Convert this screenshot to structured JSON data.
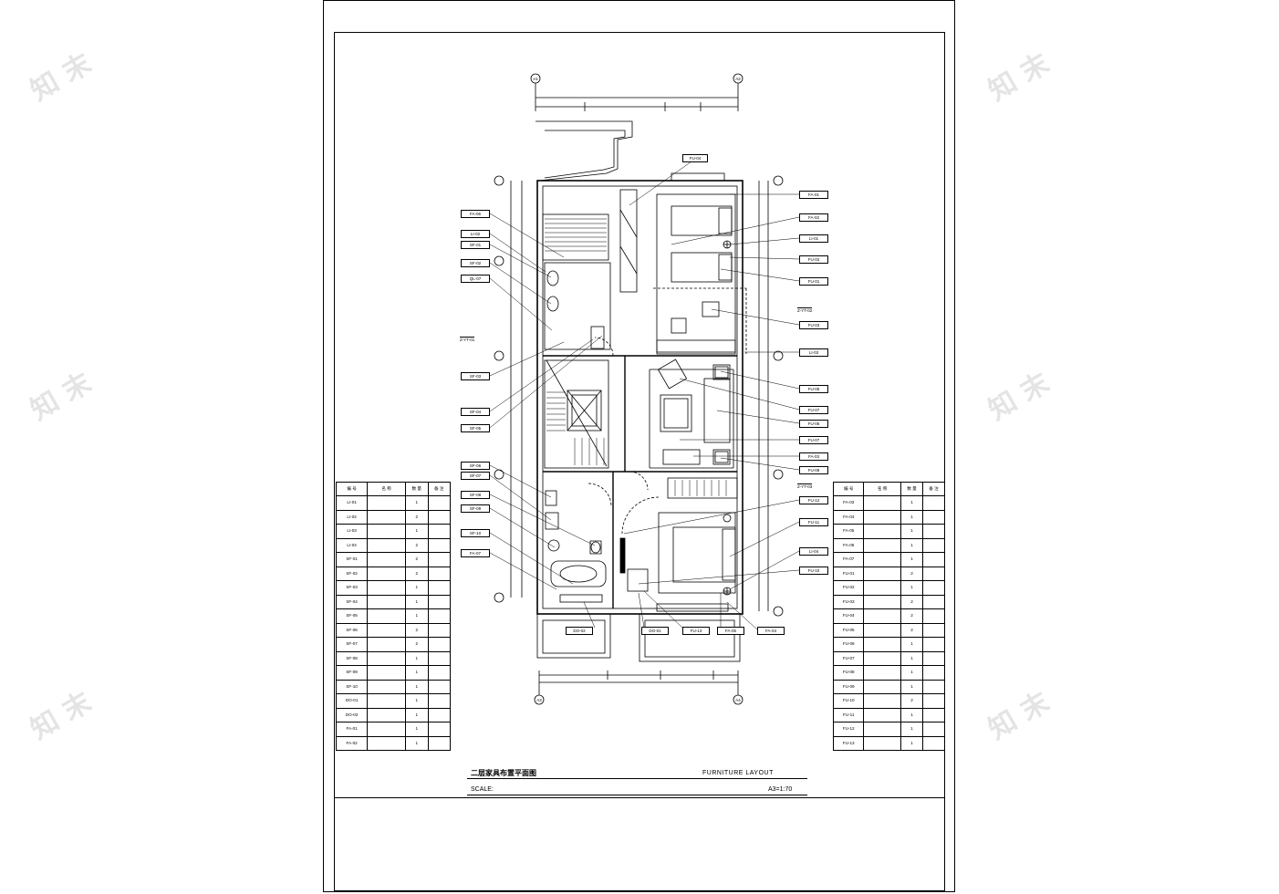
{
  "drawing": {
    "title_zh": "二层家具布置平面图",
    "title_en": "FURNITURE LAYOUT",
    "scale_label": "SCALE:",
    "scale_value": "A3=1:70"
  },
  "table_headers": [
    "编 号",
    "名 称",
    "数 量",
    "备 注"
  ],
  "left_table": [
    [
      "LI-01",
      "",
      "1",
      ""
    ],
    [
      "LI-02",
      "",
      "2",
      ""
    ],
    [
      "LI-03",
      "",
      "1",
      ""
    ],
    [
      "LI-04",
      "",
      "2",
      ""
    ],
    [
      "SF-01",
      "",
      "2",
      ""
    ],
    [
      "SF-02",
      "",
      "2",
      ""
    ],
    [
      "SF-03",
      "",
      "1",
      ""
    ],
    [
      "SF-04",
      "",
      "1",
      ""
    ],
    [
      "SF-05",
      "",
      "1",
      ""
    ],
    [
      "SF-06",
      "",
      "2",
      ""
    ],
    [
      "SF-07",
      "",
      "2",
      ""
    ],
    [
      "SF-08",
      "",
      "1",
      ""
    ],
    [
      "SF-09",
      "",
      "1",
      ""
    ],
    [
      "SF-10",
      "",
      "1",
      ""
    ],
    [
      "DO-01",
      "",
      "1",
      ""
    ],
    [
      "DO-02",
      "",
      "1",
      ""
    ],
    [
      "FA-01",
      "",
      "1",
      ""
    ],
    [
      "FA-02",
      "",
      "1",
      ""
    ]
  ],
  "right_table": [
    [
      "FA-03",
      "",
      "1",
      ""
    ],
    [
      "FA-04",
      "",
      "1",
      ""
    ],
    [
      "FA-05",
      "",
      "1",
      ""
    ],
    [
      "FA-06",
      "",
      "1",
      ""
    ],
    [
      "FA-07",
      "",
      "1",
      ""
    ],
    [
      "FU-01",
      "",
      "2",
      ""
    ],
    [
      "FU-02",
      "",
      "1",
      ""
    ],
    [
      "FU-03",
      "",
      "2",
      ""
    ],
    [
      "FU-04",
      "",
      "2",
      ""
    ],
    [
      "FU-05",
      "",
      "2",
      ""
    ],
    [
      "FU-06",
      "",
      "1",
      ""
    ],
    [
      "FU-07",
      "",
      "1",
      ""
    ],
    [
      "FU-08",
      "",
      "1",
      ""
    ],
    [
      "FU-09",
      "",
      "1",
      ""
    ],
    [
      "FU-10",
      "",
      "2",
      ""
    ],
    [
      "FU-11",
      "",
      "1",
      ""
    ],
    [
      "FU-12",
      "",
      "1",
      ""
    ],
    [
      "FU-13",
      "",
      "1",
      ""
    ]
  ],
  "tags_left": [
    "FA-06",
    "LI-02",
    "SF-01",
    "SF-02",
    "QL-07",
    "SF-03",
    "SF-04",
    "SF-05",
    "SF-06",
    "SF-07",
    "SF-08",
    "SF-09",
    "SF-10",
    "FA-07"
  ],
  "tags_right": [
    "FA-01",
    "FA-02",
    "LI-01",
    "FU-02",
    "FU-01",
    "FU-03",
    "LI-03",
    "FU-05",
    "FU-07",
    "FU-06",
    "FU-07",
    "FA-03",
    "FU-08",
    "FU-12",
    "FU-11",
    "LI-04",
    "FU-10"
  ],
  "tags_top": [
    "FU-04"
  ],
  "tags_bottom": [
    "DO-02",
    "DO-01",
    "FU-13",
    "FA-05",
    "FA-04"
  ],
  "callouts": [
    "Z-YT-01",
    "Z-YT-02",
    "Z-YT-03"
  ],
  "grid_labels": {
    "top_left": "A1",
    "top_right": "A2",
    "bottom_left": "A3",
    "bottom_right": "A4"
  },
  "watermark": "知 末"
}
